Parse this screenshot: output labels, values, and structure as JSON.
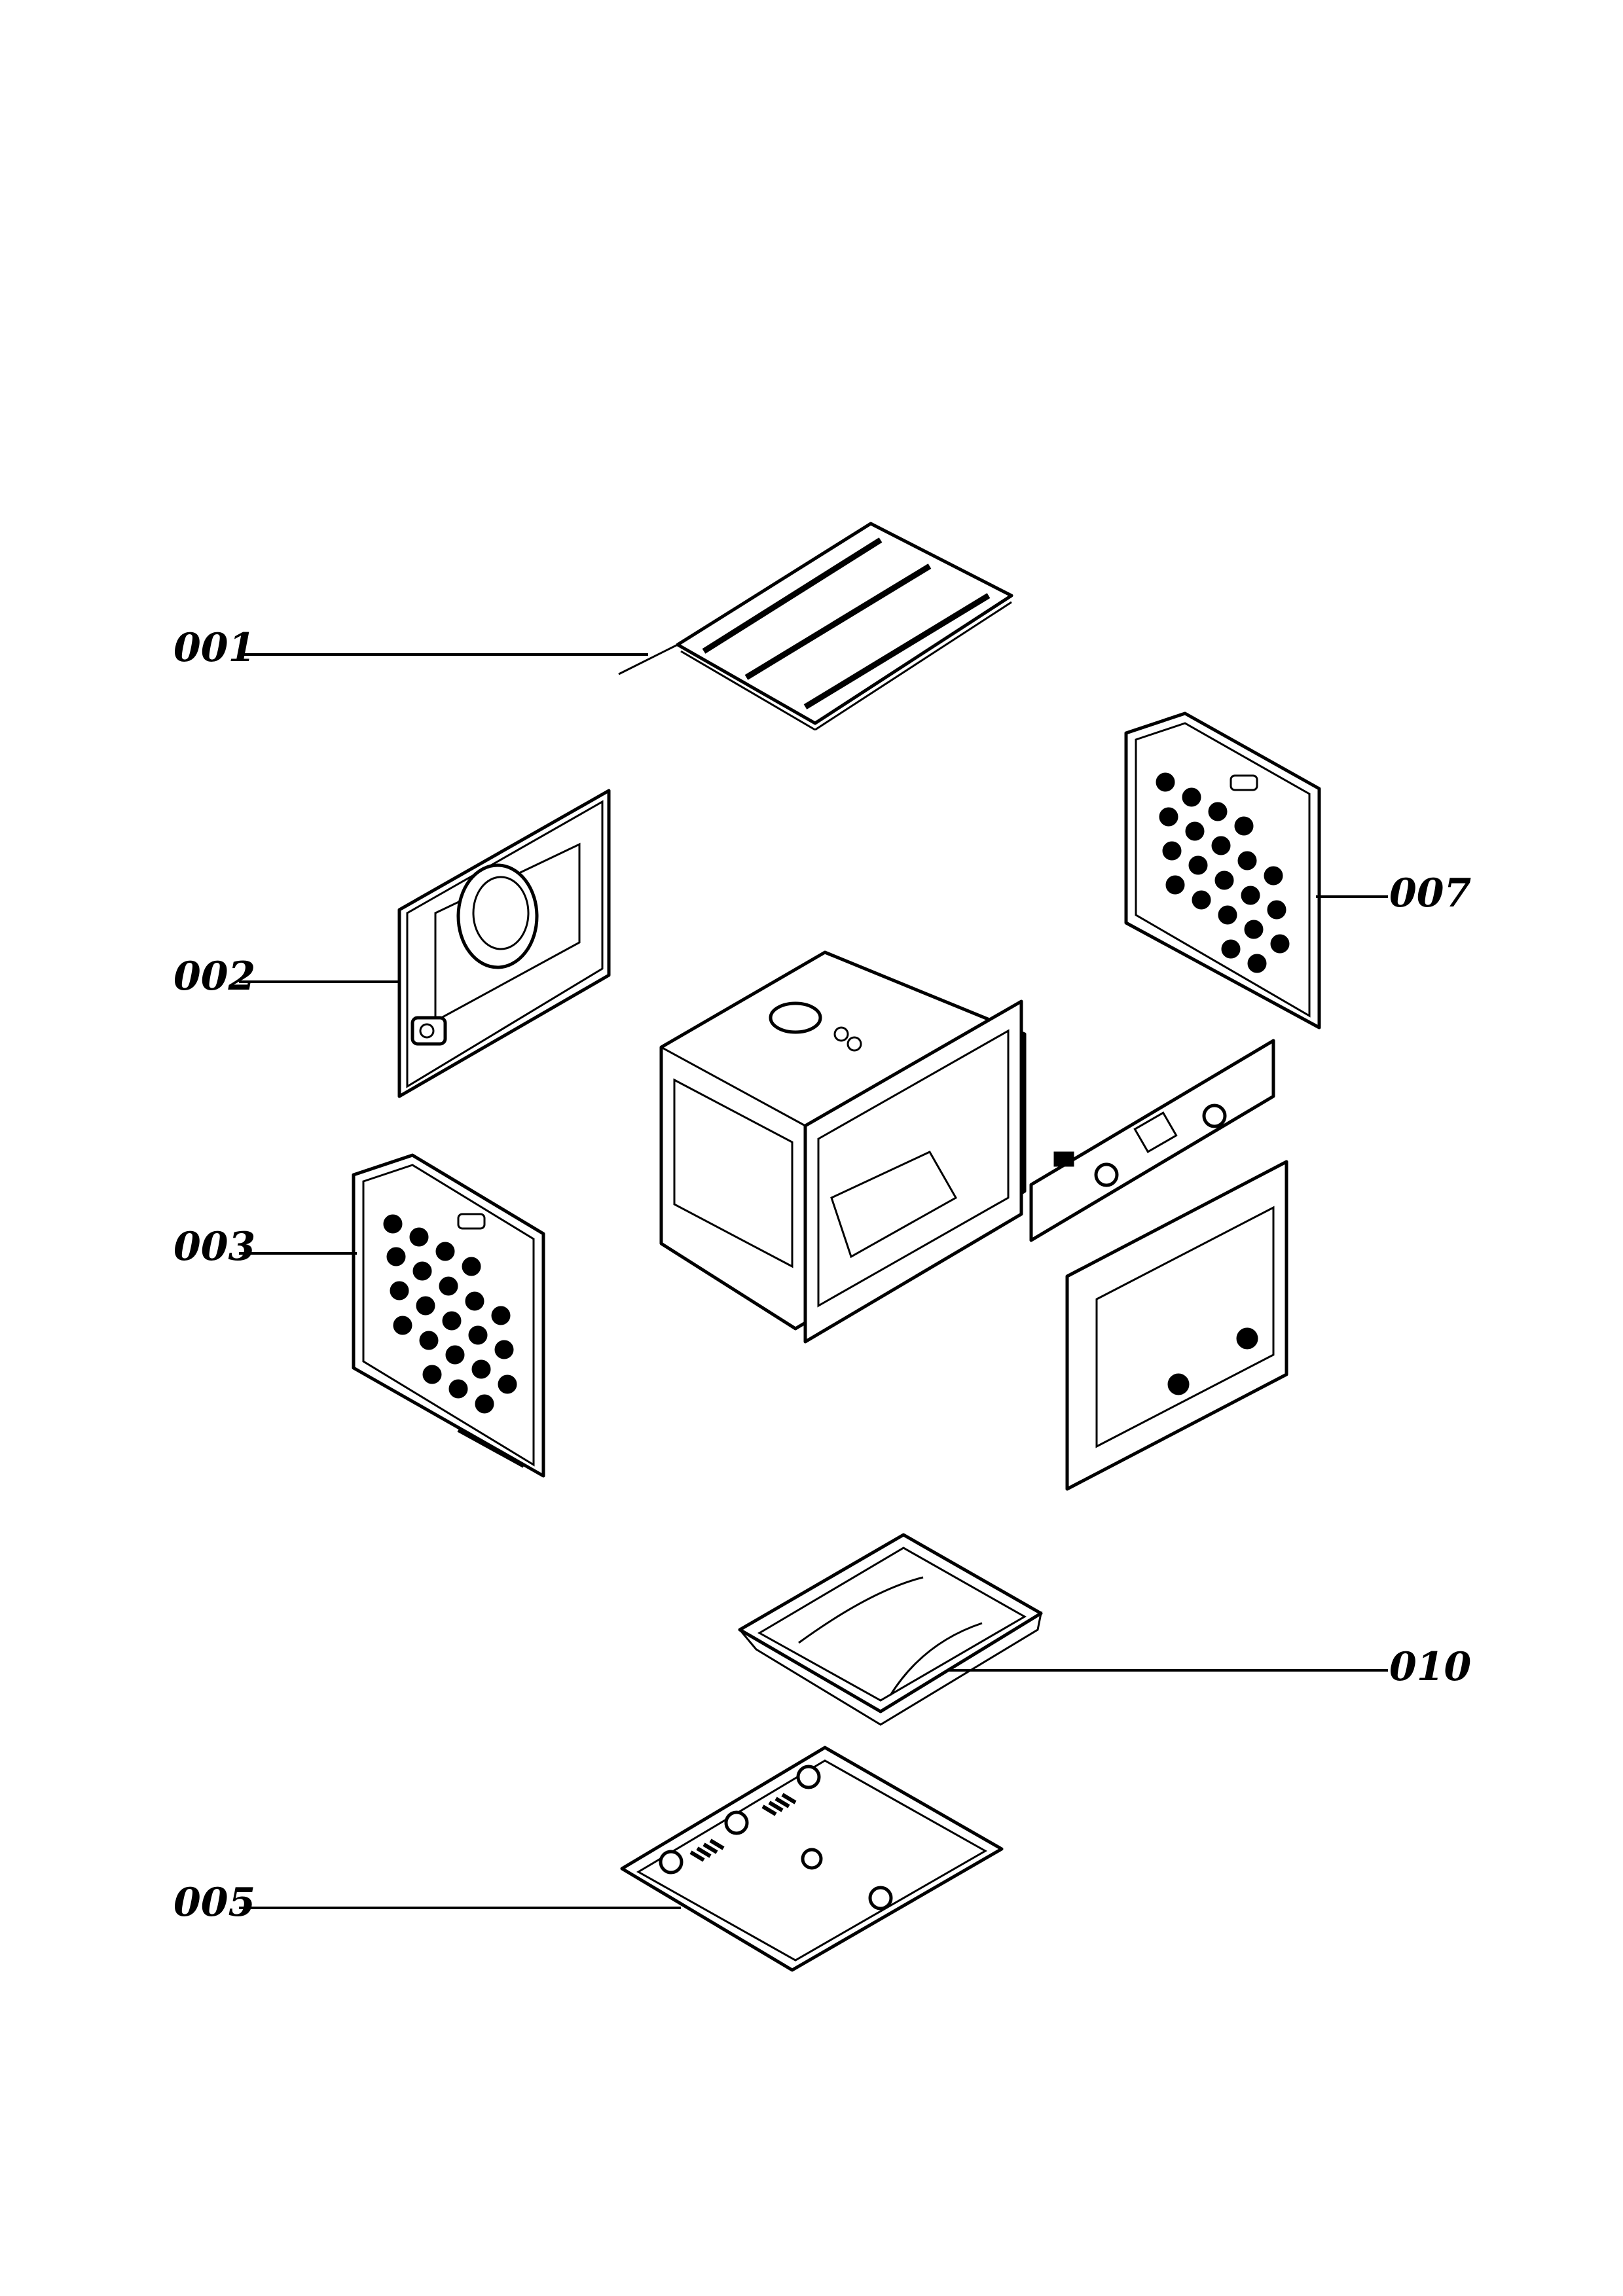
{
  "callouts": [
    {
      "id": "001",
      "label": "001"
    },
    {
      "id": "002",
      "label": "002"
    },
    {
      "id": "003",
      "label": "003"
    },
    {
      "id": "007",
      "label": "007"
    },
    {
      "id": "010",
      "label": "010"
    },
    {
      "id": "005",
      "label": "005"
    }
  ],
  "colors": {
    "line": "#000000",
    "background": "#ffffff"
  }
}
